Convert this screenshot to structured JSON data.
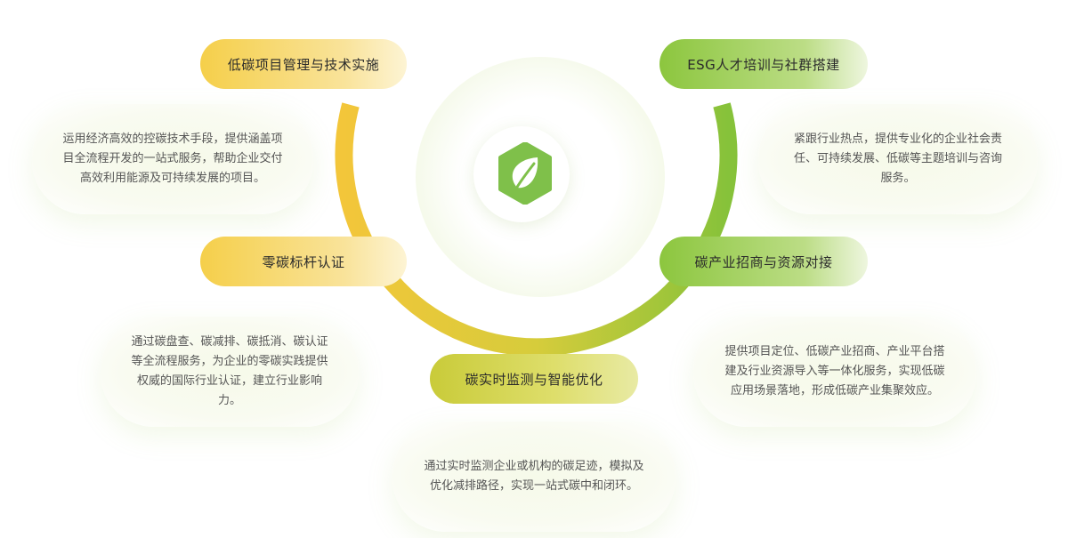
{
  "logo": {
    "icon": "leaf-hexagon-icon",
    "color": "#7fc04a"
  },
  "ring": {
    "colors": [
      "#f3c63a",
      "#d6cc3b",
      "#86c23a"
    ]
  },
  "topics": [
    {
      "title": "低碳项目管理与技术实施",
      "description": "运用经济高效的控碳技术手段，提供涵盖项目全流程开发的一站式服务，帮助企业交付高效利用能源及可持续发展的项目。"
    },
    {
      "title": "零碳标杆认证",
      "description": "通过碳盘查、碳减排、碳抵消、碳认证等全流程服务，为企业的零碳实践提供权威的国际行业认证，建立行业影响力。"
    },
    {
      "title": "碳实时监测与智能优化",
      "description": "通过实时监测企业或机构的碳足迹，模拟及优化减排路径，实现一站式碳中和闭环。"
    },
    {
      "title": "ESG人才培训与社群搭建",
      "description": "紧跟行业热点，提供专业化的企业社会责任、可持续发展、低碳等主题培训与咨询服务。"
    },
    {
      "title": "碳产业招商与资源对接",
      "description": "提供项目定位、低碳产业招商、产业平台搭建及行业资源导入等一体化服务，实现低碳应用场景落地，形成低碳产业集聚效应。"
    }
  ]
}
